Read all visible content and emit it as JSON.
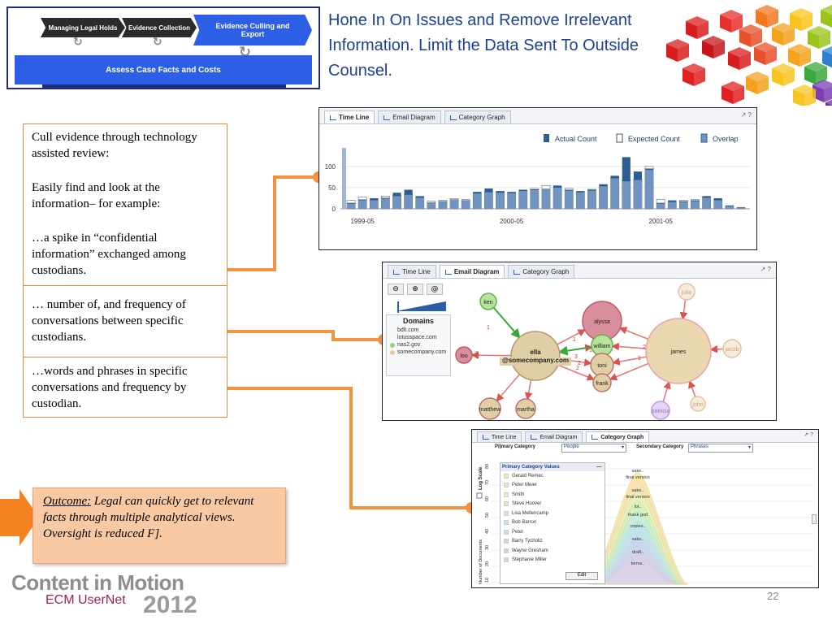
{
  "process": {
    "step1": "Managing Legal Holds",
    "step2": "Evidence Collection",
    "step3": "Evidence Culling and Export",
    "assess": "Assess Case Facts and Costs"
  },
  "headline": "Hone In On Issues and Remove Irrelevant Information. Limit the Data Sent To Outside Counsel.",
  "leftbox": {
    "sec1_title": "Cull evidence through technology assisted review:",
    "sec1_body1": "Easily find and look at the information– for example:",
    "sec1_body2": "…a spike in “confidential information” exchanged among custodians.",
    "sec2": "… number of, and frequency of conversations between specific custodians.",
    "sec3": "…words and phrases in specific conversations and frequency by custodian."
  },
  "outcome": {
    "label": "Outcome:",
    "text": " Legal can quickly get to relevant facts through multiple analytical views. Oversight is reduced  F]."
  },
  "tabs": {
    "timeline": "Time Line",
    "email": "Email Diagram",
    "category": "Category Graph",
    "controls": "↗ ?"
  },
  "timeline": {
    "legend_actual": "Actual Count",
    "legend_expected": "Expected Count",
    "legend_overlap": "Overlap",
    "colors": {
      "actual": "#2e5d91",
      "expected": "#ffffff",
      "overlap": "#7094c0"
    }
  },
  "chart_data": {
    "type": "bar",
    "x_tick_labels": [
      "1999-05",
      "2000-05",
      "2001-05"
    ],
    "y_tick_labels": [
      "0",
      "50",
      "100"
    ],
    "ylim": [
      0,
      140
    ],
    "series": [
      {
        "name": "Actual Count",
        "values": [
          14,
          22,
          25,
          26,
          38,
          45,
          30,
          15,
          18,
          22,
          20,
          40,
          48,
          42,
          40,
          45,
          46,
          47,
          55,
          45,
          42,
          45,
          58,
          78,
          122,
          88,
          95,
          14,
          20,
          18,
          20,
          30,
          25,
          8,
          4
        ]
      },
      {
        "name": "Expected Count",
        "values": [
          20,
          28,
          22,
          30,
          32,
          35,
          28,
          18,
          20,
          24,
          22,
          38,
          40,
          40,
          38,
          44,
          48,
          55,
          52,
          48,
          40,
          46,
          55,
          75,
          68,
          70,
          100,
          22,
          18,
          20,
          22,
          28,
          22,
          6,
          3
        ]
      },
      {
        "name": "Overlap",
        "values": [
          12,
          20,
          20,
          24,
          30,
          33,
          26,
          14,
          17,
          21,
          19,
          36,
          39,
          38,
          37,
          42,
          44,
          46,
          50,
          43,
          39,
          43,
          53,
          72,
          65,
          68,
          92,
          12,
          16,
          16,
          18,
          26,
          20,
          6,
          3
        ]
      }
    ]
  },
  "email": {
    "toolbar": [
      "⊖",
      "⊕",
      "@"
    ],
    "domains_title": "Domains",
    "domains": [
      "bdlt.com",
      "lotusspace.com",
      "nas2.gov",
      "somecompany.com"
    ],
    "nodes": [
      {
        "id": "ella",
        "label": "ella\n@somecompany.com",
        "fill": "#e0cfa4",
        "stroke": "#b09a6a"
      },
      {
        "id": "james",
        "label": "james",
        "fill": "#ead7b0",
        "stroke": "#e8a3a3"
      },
      {
        "id": "alyssa",
        "label": "alyssa",
        "fill": "#d98e9e",
        "stroke": "#c2566e"
      },
      {
        "id": "william",
        "label": "william",
        "fill": "#b7e39a",
        "stroke": "#64b04a"
      },
      {
        "id": "toni",
        "label": "toni",
        "fill": "#e0cfa4",
        "stroke": "#c07070"
      },
      {
        "id": "frank",
        "label": "frank",
        "fill": "#e0cfa4",
        "stroke": "#c07070"
      },
      {
        "id": "ken",
        "label": "ken",
        "fill": "#b7e39a",
        "stroke": "#64b04a"
      },
      {
        "id": "lou",
        "label": "lou",
        "fill": "#d98e9e",
        "stroke": "#c2566e"
      },
      {
        "id": "matthew",
        "label": "matthew",
        "fill": "#e0cfa4",
        "stroke": "#c07070"
      },
      {
        "id": "martha",
        "label": "martha",
        "fill": "#e0cfa4",
        "stroke": "#c07070"
      },
      {
        "id": "julia",
        "label": "julia",
        "fill": "#f6ecdc",
        "stroke": "#e6bfa0"
      },
      {
        "id": "jacob",
        "label": "jacob",
        "fill": "#f6ecdc",
        "stroke": "#e6bfa0"
      },
      {
        "id": "john",
        "label": "john",
        "fill": "#f6ecdc",
        "stroke": "#e6bfa0"
      },
      {
        "id": "patricia",
        "label": "patricia",
        "fill": "#e6d4f2",
        "stroke": "#c09ade"
      }
    ],
    "edge_labels": [
      "1",
      "2",
      "3",
      "1",
      "1",
      "1",
      "2",
      "2",
      "1",
      "1"
    ]
  },
  "category": {
    "primary_label": "Primary Category",
    "primary_value": "People",
    "secondary_label": "Secondary Category",
    "secondary_value": "Phrases",
    "values_title": "Primary Category Values",
    "values": [
      "Gerald Remec",
      "Peter Meier",
      "Smith",
      "Steve Hoover",
      "Lisa Mellencamp",
      "Bob Barron",
      "Peter",
      "Barry Tycholiz",
      "Wayne Gresham",
      "Stephanie Miller"
    ],
    "value_colors": [
      "#f6e7a6",
      "#f8e1b8",
      "#e6f0b8",
      "#d3eec0",
      "#c8ecd6",
      "#bfe7e8",
      "#c4dff0",
      "#c9d6ef",
      "#d2d0ec",
      "#dcd3ea"
    ],
    "edit_button": "Edit",
    "yaxis_log": "Log Scale",
    "yaxis_title": "Number of Documents",
    "y_ticks": [
      "80",
      "70",
      "60",
      "50",
      "40",
      "30",
      "20",
      "10"
    ],
    "phrases": [
      "sake..",
      "final version",
      "sake..",
      "final version",
      "lot..",
      "thank god",
      "copies..",
      "sake..",
      "draft..",
      "terms.."
    ]
  },
  "logo": {
    "title": "Content in Motion",
    "sub": "ECM UserNet",
    "year": "2012"
  },
  "page_number": "22"
}
